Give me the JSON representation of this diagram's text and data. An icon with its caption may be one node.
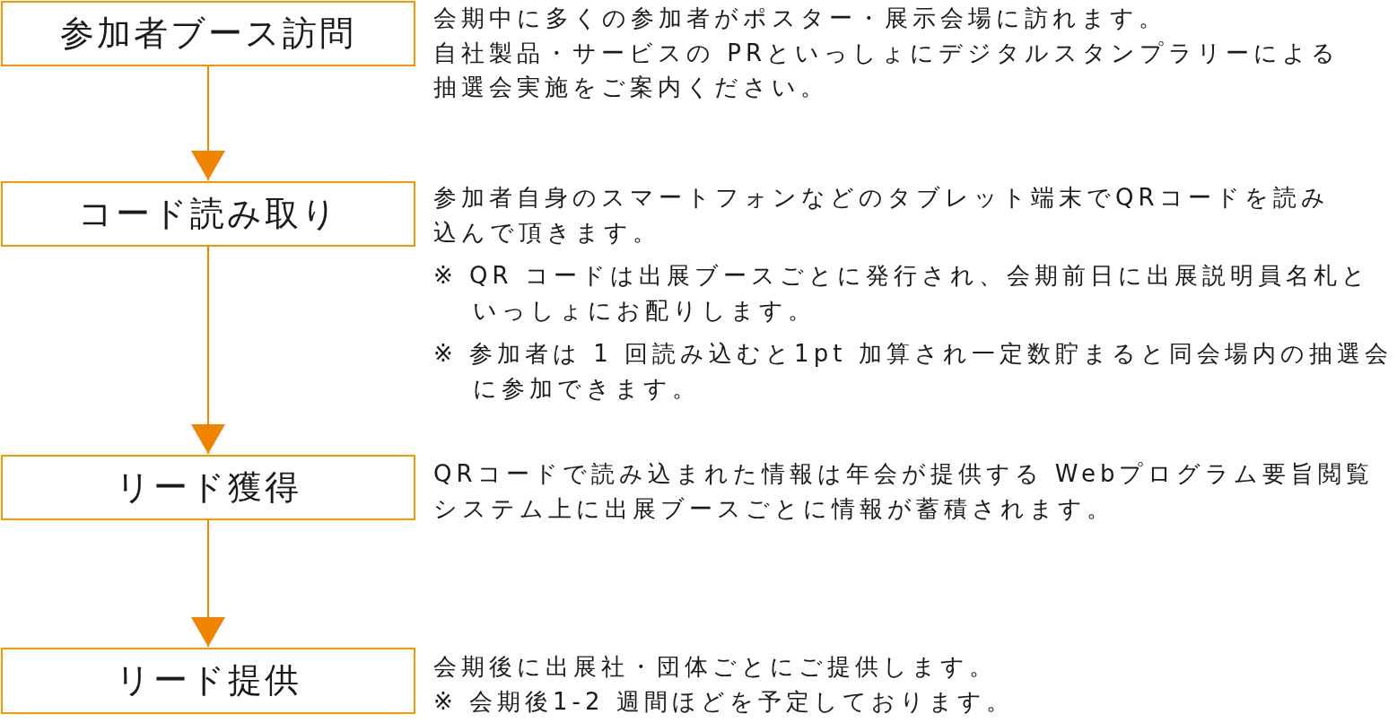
{
  "diagram": {
    "nodes": [
      {
        "text": [
          "参加者ブース訪問"
        ],
        "beside": [
          "会期中に多くの参加者がポスター・展示会場に訪れます。",
          "自社製品・サービスの PRといっしょにデジタルスタンプラリーによる抽選会実施をご案内ください。"
        ]
      },
      {
        "text": [
          "コード読み取り"
        ],
        "beside": [
          "参加者自身のスマートフォンなどのタブレット端末でQRコードを読み込んで頂きます。",
          "※ QR コードは出展ブースごとに発行され、会期前日に出展説明員名札といっしょにお配りします。",
          "※ 参加者は 1 回読み込むと1pt 加算され一定数貯まると同会場内の抽選会に参加できます。"
        ]
      },
      {
        "text": [
          "リード獲得"
        ],
        "beside": [
          "QRコードで読み込まれた情報は年会が提供する Webプログラム要旨閲覧システム上に出展ブースごとに情報が蓄積されます。"
        ]
      },
      {
        "text": [
          "リード提供"
        ],
        "beside": [
          "会期後に出展社・団体ごとにご提供します。",
          "※ 会期後1-2 週間ほどを予定しております。"
        ]
      }
    ],
    "edges": [
      {
        "from": 0,
        "to": 1,
        "arrow": "to"
      },
      {
        "from": 1,
        "to": 2,
        "arrow": "to"
      },
      {
        "from": 2,
        "to": 3,
        "arrow": "to"
      }
    ]
  }
}
